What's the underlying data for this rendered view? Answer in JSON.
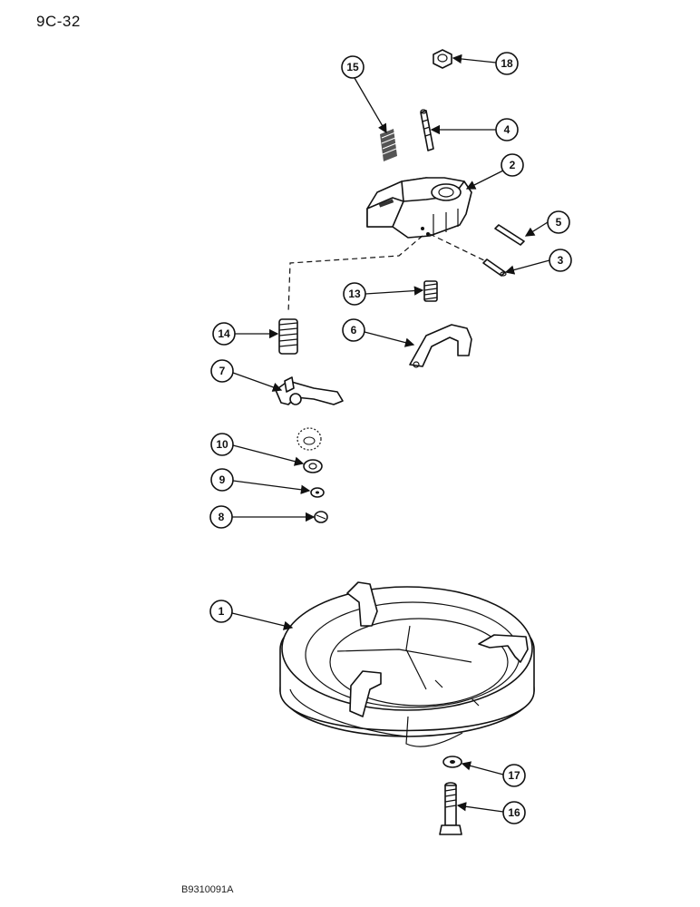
{
  "page_number": "9C-32",
  "figure_code": "B9310091A",
  "callouts": {
    "c1": "1",
    "c2": "2",
    "c3": "3",
    "c4": "4",
    "c5": "5",
    "c6": "6",
    "c7": "7",
    "c8": "8",
    "c9": "9",
    "c10": "10",
    "c13": "13",
    "c14": "14",
    "c15": "15",
    "c16": "16",
    "c17": "17",
    "c18": "18"
  }
}
